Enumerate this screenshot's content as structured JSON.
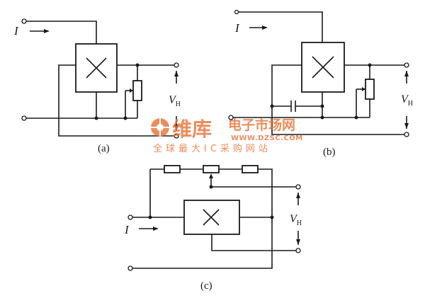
{
  "panels": {
    "a": {
      "caption": "(a)",
      "current_label": "I",
      "voltage_label": "V",
      "voltage_sub": "H"
    },
    "b": {
      "caption": "(b)",
      "current_label": "I",
      "voltage_label": "V",
      "voltage_sub": "H"
    },
    "c": {
      "caption": "(c)",
      "current_label": "I",
      "voltage_label": "V",
      "voltage_sub": "H"
    }
  },
  "watermark": {
    "brand": "维库",
    "line1": "电子市场网",
    "url": "WWW.DZSC.COM",
    "line2": "全球最大IC采购网站",
    "color": "#e8753a"
  },
  "colors": {
    "ink": "#1a1a1a",
    "background": "#ffffff"
  }
}
